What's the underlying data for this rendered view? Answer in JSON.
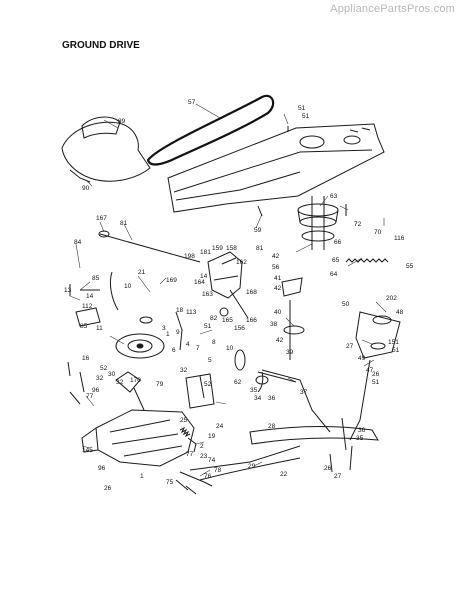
{
  "watermark": "AppliancePartsPros.com",
  "title": "GROUND DRIVE",
  "colors": {
    "ink": "#1a1a1a",
    "watermark": "#b8b8b8",
    "background": "#ffffff"
  },
  "callouts": [
    "57",
    "89",
    "51",
    "51",
    "90",
    "63",
    "167",
    "81",
    "59",
    "72",
    "70",
    "116",
    "81",
    "66",
    "84",
    "198",
    "181",
    "159",
    "158",
    "162",
    "42",
    "56",
    "65",
    "64",
    "55",
    "85",
    "21",
    "169",
    "14",
    "164",
    "163",
    "10",
    "42",
    "41",
    "13",
    "14",
    "112",
    "168",
    "50",
    "202",
    "11",
    "18",
    "113",
    "82",
    "51",
    "48",
    "85",
    "166",
    "165",
    "156",
    "38",
    "40",
    "3",
    "1",
    "9",
    "6",
    "27",
    "151",
    "51",
    "4",
    "7",
    "8",
    "10",
    "42",
    "39",
    "16",
    "49",
    "47",
    "5",
    "62",
    "52",
    "30",
    "32",
    "32",
    "170",
    "79",
    "32",
    "52",
    "35",
    "34",
    "36",
    "37",
    "26",
    "51",
    "96",
    "77",
    "25",
    "19",
    "24",
    "36",
    "35",
    "28",
    "2",
    "23",
    "145",
    "77",
    "74",
    "29",
    "22",
    "78",
    "76",
    "75",
    "26",
    "27",
    "96",
    "1",
    "26"
  ]
}
